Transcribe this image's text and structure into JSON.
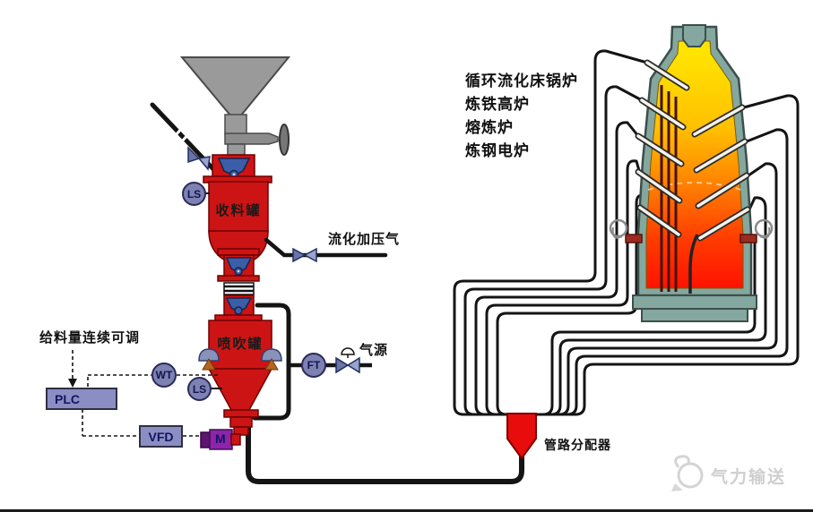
{
  "labels": {
    "feed_note": "给料量连续可调",
    "plc": "PLC",
    "vfd": "VFD",
    "motor": "M",
    "wt": "WT",
    "ls_top": "LS",
    "ls_bottom": "LS",
    "ft": "FT",
    "receiving_tank": "收料罐",
    "injection_tank": "喷吹罐",
    "fluidizing_gas": "流化加压气",
    "gas_source": "气源",
    "distributor": "管路分配器",
    "watermark": "气力输送"
  },
  "furnace_targets": [
    "循环流化床锅炉",
    "炼铁高炉",
    "熔炼炉",
    "炼钢电炉"
  ],
  "colors": {
    "vessel_red": "#cc1414",
    "distributor_red": "#e80c0c",
    "sensor_blue": "#7d82b2",
    "control_box_blue": "#8a8ec2",
    "motor_purple": "#8e24aa",
    "valve_dome_blue": "#3b5ea8",
    "furnace_shell_teal": "#84a79f",
    "flame_top_yellow": "#ffe400",
    "flame_mid_orange": "#ff8a00",
    "flame_bottom_red": "#ff1a00",
    "pipe_black": "#141414",
    "funnel_gray": "#9a9a9a",
    "watermark_gray": "#cfcfcf"
  }
}
